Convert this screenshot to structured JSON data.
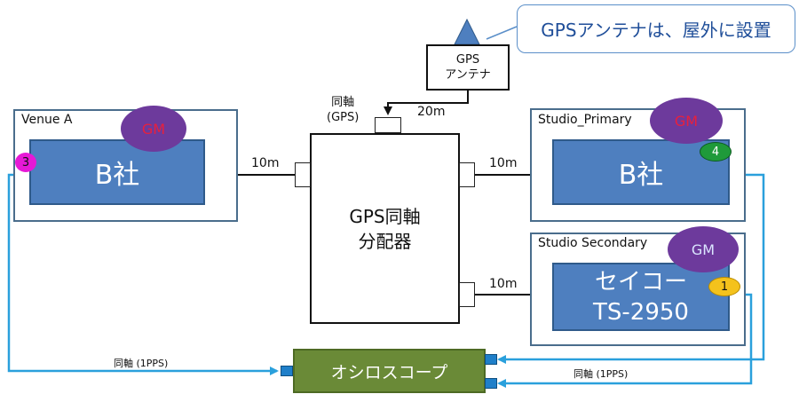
{
  "callout": {
    "text": "GPSアンテナは、屋外に設置"
  },
  "antenna": {
    "line1": "GPS",
    "line2": "アンテナ",
    "cable_len": "20m"
  },
  "splitter": {
    "line1": "GPS同軸",
    "line2": "分配器",
    "input_label_1": "同軸",
    "input_label_2": "(GPS)"
  },
  "venue_a": {
    "label": "Venue A",
    "device": "B社",
    "gm": "GM",
    "badge": "3",
    "cable_len": "10m"
  },
  "studio_primary": {
    "label": "Studio_Primary",
    "device": "B社",
    "gm": "GM",
    "badge": "4",
    "cable_len": "10m"
  },
  "studio_secondary": {
    "label": "Studio Secondary",
    "device_line1": "セイコー",
    "device_line2": "TS-2950",
    "gm": "GM",
    "badge": "1",
    "cable_len": "10m"
  },
  "oscilloscope": {
    "label": "オシロスコープ"
  },
  "sync_labels": {
    "left": "同軸 (1PPS)",
    "right": "同軸 (1PPS)"
  },
  "colors": {
    "box_blue": "#4e7fbf",
    "gm_purple": "#6d3a9c",
    "gm_text_red": "#e8203c",
    "gm_text_blue": "#dbe6ff",
    "pps_line": "#2aa0dc",
    "osc_green": "#6a8a37",
    "badge_magenta": "#e619d6",
    "badge_green": "#1f9a3a",
    "badge_yellow": "#f4c21c"
  }
}
